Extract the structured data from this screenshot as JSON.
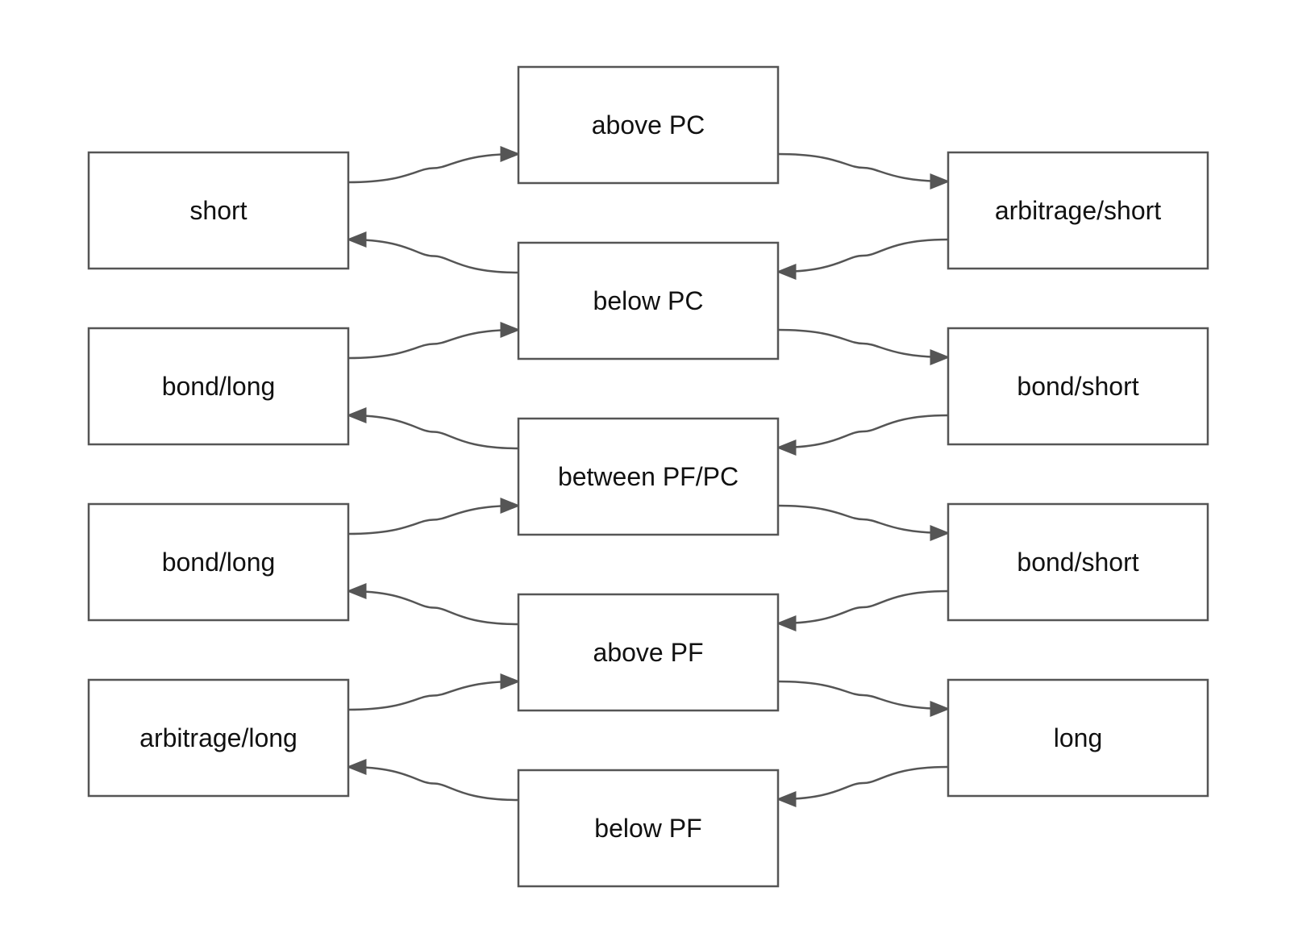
{
  "left_column": [
    {
      "id": "L1",
      "label": "short"
    },
    {
      "id": "L2",
      "label": "bond/long"
    },
    {
      "id": "L3",
      "label": "bond/long"
    },
    {
      "id": "L4",
      "label": "arbitrage/long"
    }
  ],
  "middle_column": [
    {
      "id": "M1",
      "label": "above PC"
    },
    {
      "id": "M2",
      "label": "below PC"
    },
    {
      "id": "M3",
      "label": "between PF/PC"
    },
    {
      "id": "M4",
      "label": "above PF"
    },
    {
      "id": "M5",
      "label": "below PF"
    }
  ],
  "right_column": [
    {
      "id": "R1",
      "label": "arbitrage/short"
    },
    {
      "id": "R2",
      "label": "bond/short"
    },
    {
      "id": "R3",
      "label": "bond/short"
    },
    {
      "id": "R4",
      "label": "long"
    }
  ],
  "edges": [
    {
      "from": "L1",
      "to": "M1"
    },
    {
      "from": "M1",
      "to": "R1"
    },
    {
      "from": "R1",
      "to": "M2"
    },
    {
      "from": "M2",
      "to": "L1"
    },
    {
      "from": "L2",
      "to": "M2"
    },
    {
      "from": "M2",
      "to": "R2"
    },
    {
      "from": "R2",
      "to": "M3"
    },
    {
      "from": "M3",
      "to": "L2"
    },
    {
      "from": "L3",
      "to": "M3"
    },
    {
      "from": "M3",
      "to": "R3"
    },
    {
      "from": "R3",
      "to": "M4"
    },
    {
      "from": "M4",
      "to": "L3"
    },
    {
      "from": "L4",
      "to": "M4"
    },
    {
      "from": "M4",
      "to": "R4"
    },
    {
      "from": "R4",
      "to": "M5"
    },
    {
      "from": "M5",
      "to": "L4"
    }
  ],
  "colors": {
    "stroke": "#555555",
    "text": "#111111",
    "background": "#ffffff"
  }
}
